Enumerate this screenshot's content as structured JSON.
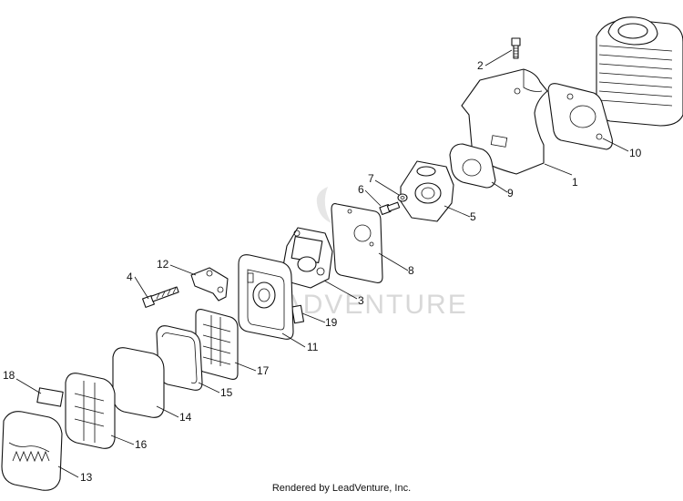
{
  "diagram": {
    "watermark": "LEADVENTURE",
    "footer": "Rendered by LeadVenture, Inc.",
    "callouts": [
      "1",
      "2",
      "3",
      "4",
      "5",
      "6",
      "7",
      "8",
      "9",
      "10",
      "11",
      "12",
      "13",
      "14",
      "15",
      "16",
      "17",
      "18",
      "19"
    ]
  }
}
